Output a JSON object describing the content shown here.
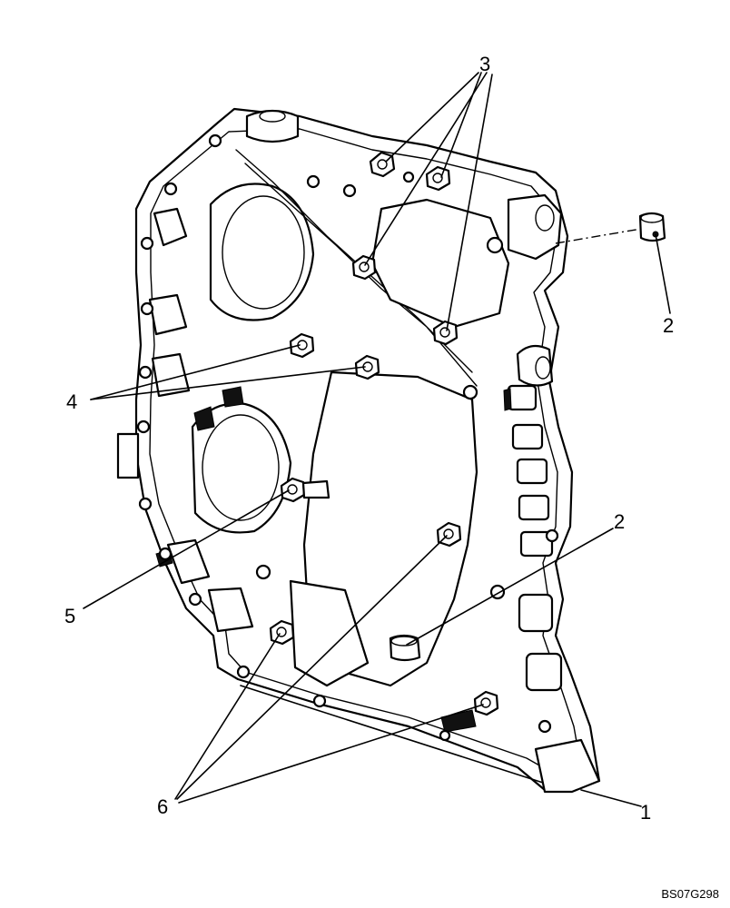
{
  "callouts": {
    "c1": "1",
    "c2a": "2",
    "c2b": "2",
    "c3": "3",
    "c4": "4",
    "c5": "5",
    "c6": "6"
  },
  "drawing_ref": "BS07G298",
  "parts": {
    "housing": "front-cover-housing",
    "plug": "plug",
    "bolt": "bolt"
  }
}
